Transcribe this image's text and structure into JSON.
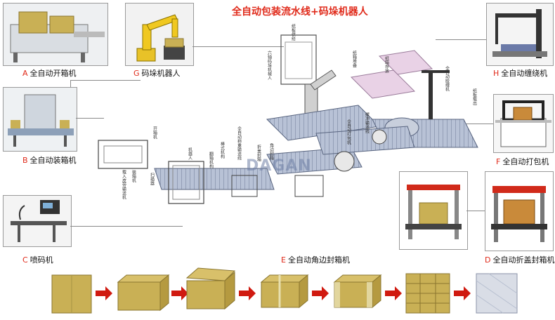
{
  "title": "全自动包装流水线+码垛机器人",
  "machines": [
    {
      "letter": "A",
      "name": "全自动开箱机"
    },
    {
      "letter": "G",
      "name": "码垛机器人"
    },
    {
      "letter": "H",
      "name": "全自动缠绕机"
    },
    {
      "letter": "B",
      "name": "全自动装箱机"
    },
    {
      "letter": "F",
      "name": "全自动打包机"
    },
    {
      "letter": "C",
      "name": "喷码机"
    },
    {
      "letter": "E",
      "name": "全自动角边封箱机"
    },
    {
      "letter": "D",
      "name": "全自动折盖封箱机"
    }
  ],
  "watermark": "DAGAN",
  "layout_labels": {
    "label_1": "纸板供给",
    "label_2": "六轴码垛机械人",
    "label_3": "纸箱堆叠",
    "label_4": "纸箱存放",
    "label_5": "全自动胶缠机",
    "label_6": "纸板载出",
    "label_7": "开箱机",
    "label_8": "全自动称重输送线",
    "label_9": "棒式机构",
    "label_10": "翻箱机构",
    "label_11": "折盖封箱",
    "label_12": "角边封箱",
    "label_13": "全自动打包机",
    "label_14": "载入皮带输送机",
    "label_15": "装箱机",
    "label_16": "扫描器",
    "label_17": "机器人",
    "label_18": "缓冲输送线"
  },
  "colors": {
    "accent": "#e02a1a",
    "title": "#e02a1a",
    "box": "#c9b055",
    "arrow": "#d01a10"
  }
}
